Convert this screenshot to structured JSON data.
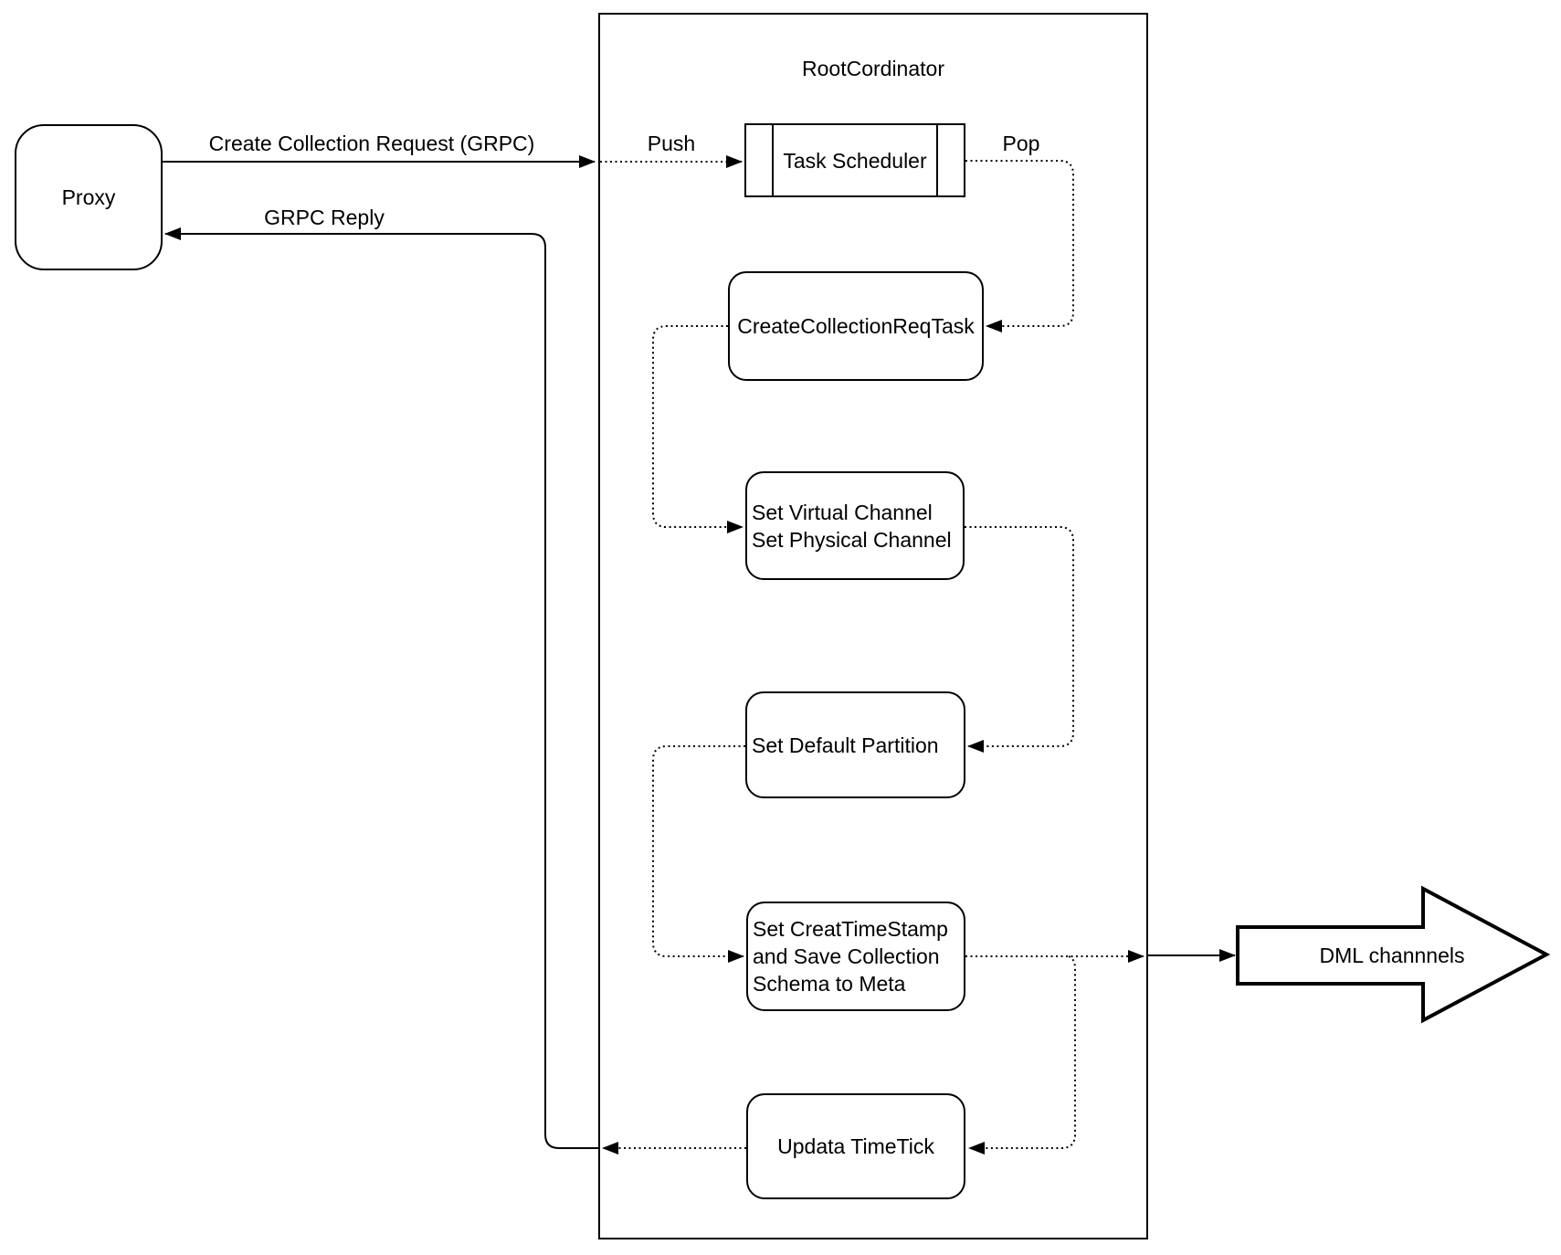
{
  "diagram": {
    "background": "#ffffff",
    "stroke_color": "#000000",
    "proxy": {
      "label": "Proxy"
    },
    "root_coordinator": {
      "title": "RootCordinator",
      "task_scheduler": {
        "label": "Task Scheduler"
      },
      "create_collection_req_task": {
        "label": "CreateCollectionReqTask"
      },
      "set_channels": {
        "lines": [
          "Set Virtual Channel",
          "Set Physical Channel"
        ]
      },
      "set_default_partition": {
        "label": "Set Default Partition"
      },
      "set_create_timestamp": {
        "lines": [
          "Set CreatTimeStamp",
          "and Save Collection",
          "Schema to Meta"
        ]
      },
      "updata_timetick": {
        "label": "Updata TimeTick"
      }
    },
    "dml_channels": {
      "label": "DML channnels"
    },
    "edges": {
      "create_collection_request": {
        "label": "Create Collection Request (GRPC)"
      },
      "grpc_reply": {
        "label": "GRPC Reply"
      },
      "push": {
        "label": "Push"
      },
      "pop": {
        "label": "Pop"
      }
    }
  }
}
